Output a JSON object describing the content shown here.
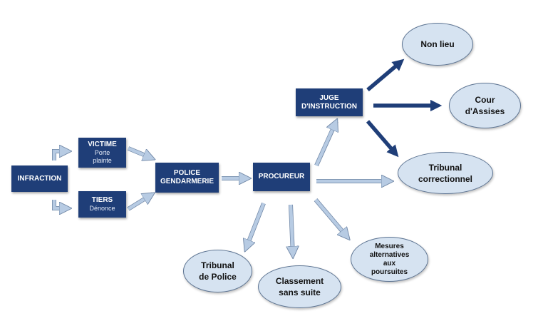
{
  "nodes": {
    "infraction": "INFRACTION",
    "victime": {
      "title": "VICTIME",
      "sub": "Porte\nplainte"
    },
    "tiers": {
      "title": "TIERS",
      "sub": "Dénonce"
    },
    "police": "POLICE\nGENDARMERIE",
    "procureur": "PROCUREUR",
    "juge": "JUGE\nD'INSTRUCTION",
    "non_lieu": "Non lieu",
    "cour_assises": "Cour\nd'Assises",
    "tribunal_correctionnel": "Tribunal\ncorrectionnel",
    "tribunal_police": "Tribunal\nde Police",
    "classement": "Classement\nsans suite",
    "mesures": "Mesures\nalternatives\naux\npoursuites"
  },
  "colors": {
    "box_fill": "#1f3e78",
    "oval_fill": "#d6e3f1",
    "light_arrow": "#b7cbe3",
    "dark_arrow": "#1f3e78"
  }
}
